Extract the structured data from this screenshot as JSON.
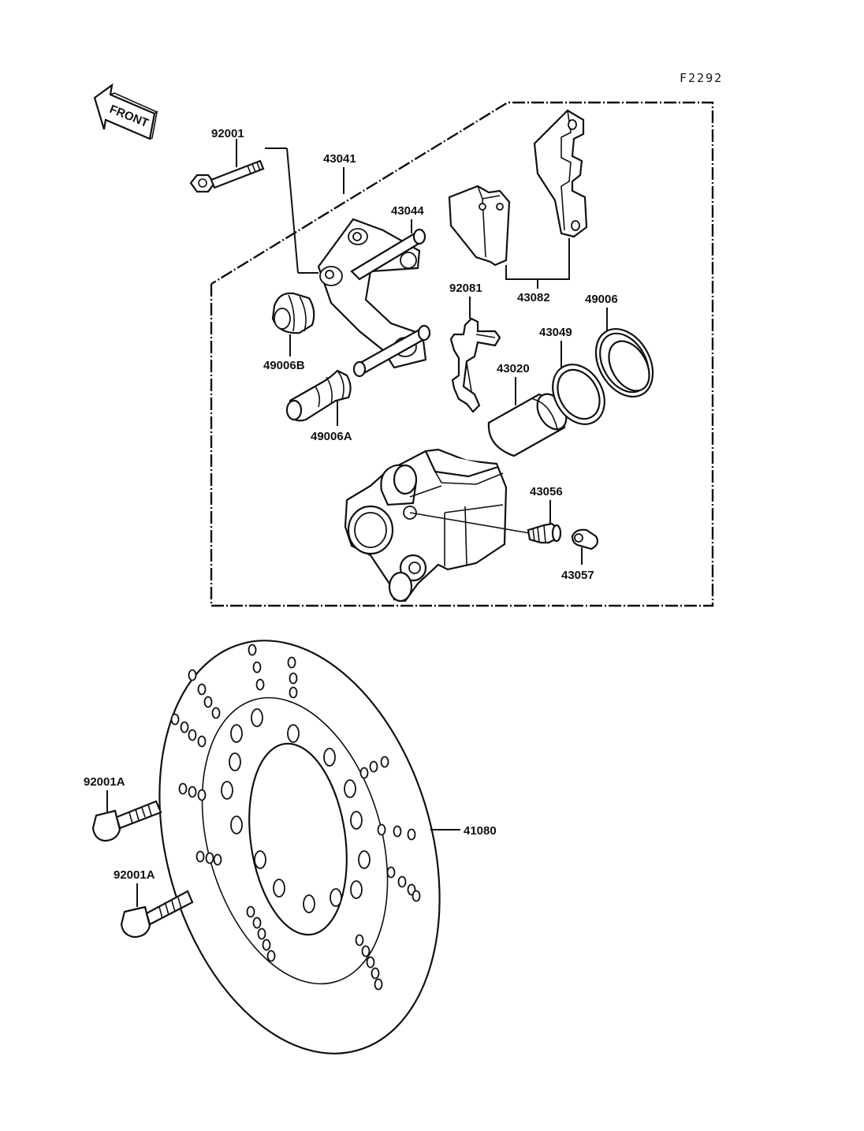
{
  "figure_code": "F2292",
  "front_label": "FRONT",
  "parts": {
    "bolt_92001": "92001",
    "caliper_holder_43041": "43041",
    "pin_43044": "43044",
    "pad_set_43082": "43082",
    "spring_92081": "92081",
    "seal_49006": "49006",
    "seal_43049": "43049",
    "piston_43020": "43020",
    "boot_49006B": "49006B",
    "boot_49006A": "49006A",
    "bleed_valve_43056": "43056",
    "cap_43057": "43057",
    "disc_41080": "41080",
    "bolt_92001A_upper": "92001A",
    "bolt_92001A_lower": "92001A"
  }
}
